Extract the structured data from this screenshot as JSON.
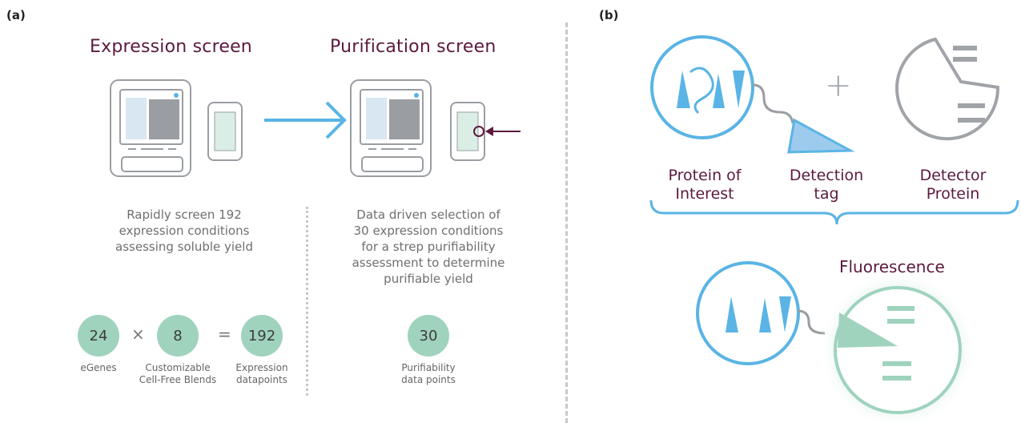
{
  "panel_a": {
    "label": "(a)",
    "expression_title": "Expression screen",
    "purification_title": "Purification screen",
    "expression_desc": [
      "Rapidly screen 192",
      "expression conditions",
      "assessing soluble yield"
    ],
    "purification_desc": [
      "Data driven selection of",
      "30 expression conditions",
      "for a strep purifiability",
      "assessment to determine",
      "purifiable yield"
    ],
    "equation": {
      "a": "24",
      "times": "×",
      "b": "8",
      "equals": "=",
      "c": "192",
      "d": "30"
    },
    "captions": {
      "a": "eGenes",
      "b_line1": "Customizable",
      "b_line2": "Cell-Free Blends",
      "c_line1": "Expression",
      "c_line2": "datapoints",
      "d_line1": "Purifiability",
      "d_line2": "data points"
    }
  },
  "panel_b": {
    "label": "(b)",
    "plus": "+",
    "protein_of_interest": [
      "Protein of",
      "Interest"
    ],
    "detection_tag": [
      "Detection",
      "tag"
    ],
    "detector_protein": [
      "Detector",
      "Protein"
    ],
    "fluorescence": "Fluorescence"
  },
  "colors": {
    "title": "#5b1a3e",
    "blue": "#5ab4e5",
    "green": "#9fd3be",
    "grey": "#a0a3a8",
    "arrow_dark": "#5b1a3e"
  }
}
